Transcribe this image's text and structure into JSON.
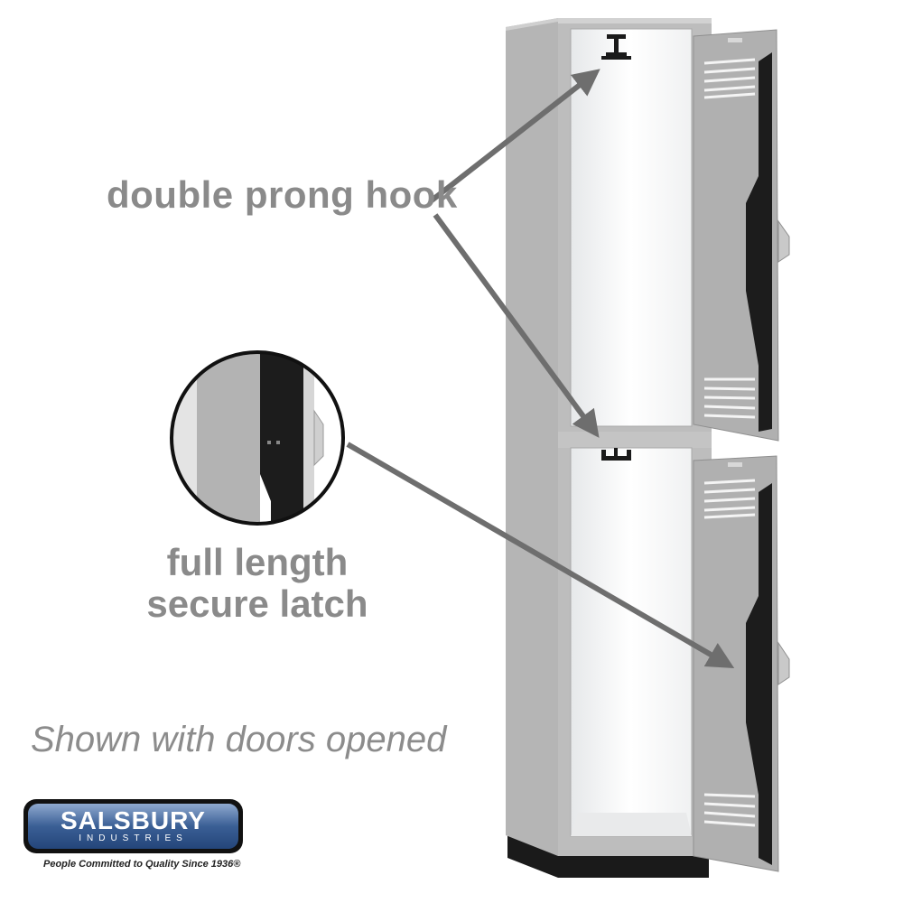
{
  "labels": {
    "hook": "double prong hook",
    "latch_line1": "full length",
    "latch_line2": "secure latch",
    "caption": "Shown with doors opened"
  },
  "brand": {
    "name": "SALSBURY",
    "sub": "INDUSTRIES",
    "tagline": "People Committed to Quality Since 1936®"
  },
  "colors": {
    "label_gray": "#8a8a8a",
    "locker_gray": "#b8b8b8",
    "latch_black": "#1c1c1c",
    "arrow_gray": "#6e6e6e",
    "logo_blue": "#3a5f95"
  }
}
